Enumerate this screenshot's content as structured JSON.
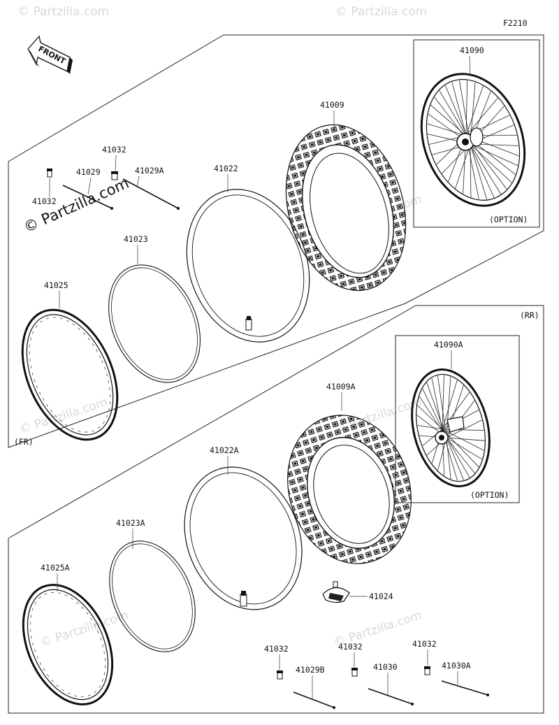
{
  "diagram_code": "F2210",
  "front_label": "FRONT",
  "watermark_main": "© Partzilla.com",
  "watermark_faint": "© Partzilla.com",
  "sections": {
    "front": {
      "label": "(FR)"
    },
    "rear": {
      "label": "(RR)"
    }
  },
  "option_label": "(OPTION)",
  "parts": {
    "p41090": "41090",
    "p41009": "41009",
    "p41032_top": "41032",
    "p41032_left": "41032",
    "p41029": "41029",
    "p41029a": "41029A",
    "p41022": "41022",
    "p41023": "41023",
    "p41025": "41025",
    "p41090a": "41090A",
    "p41009a": "41009A",
    "p41022a": "41022A",
    "p41023a": "41023A",
    "p41025a": "41025A",
    "p41024": "41024",
    "p41032_b1": "41032",
    "p41032_b2": "41032",
    "p41032_b3": "41032",
    "p41029b": "41029B",
    "p41030": "41030",
    "p41030a": "41030A"
  }
}
